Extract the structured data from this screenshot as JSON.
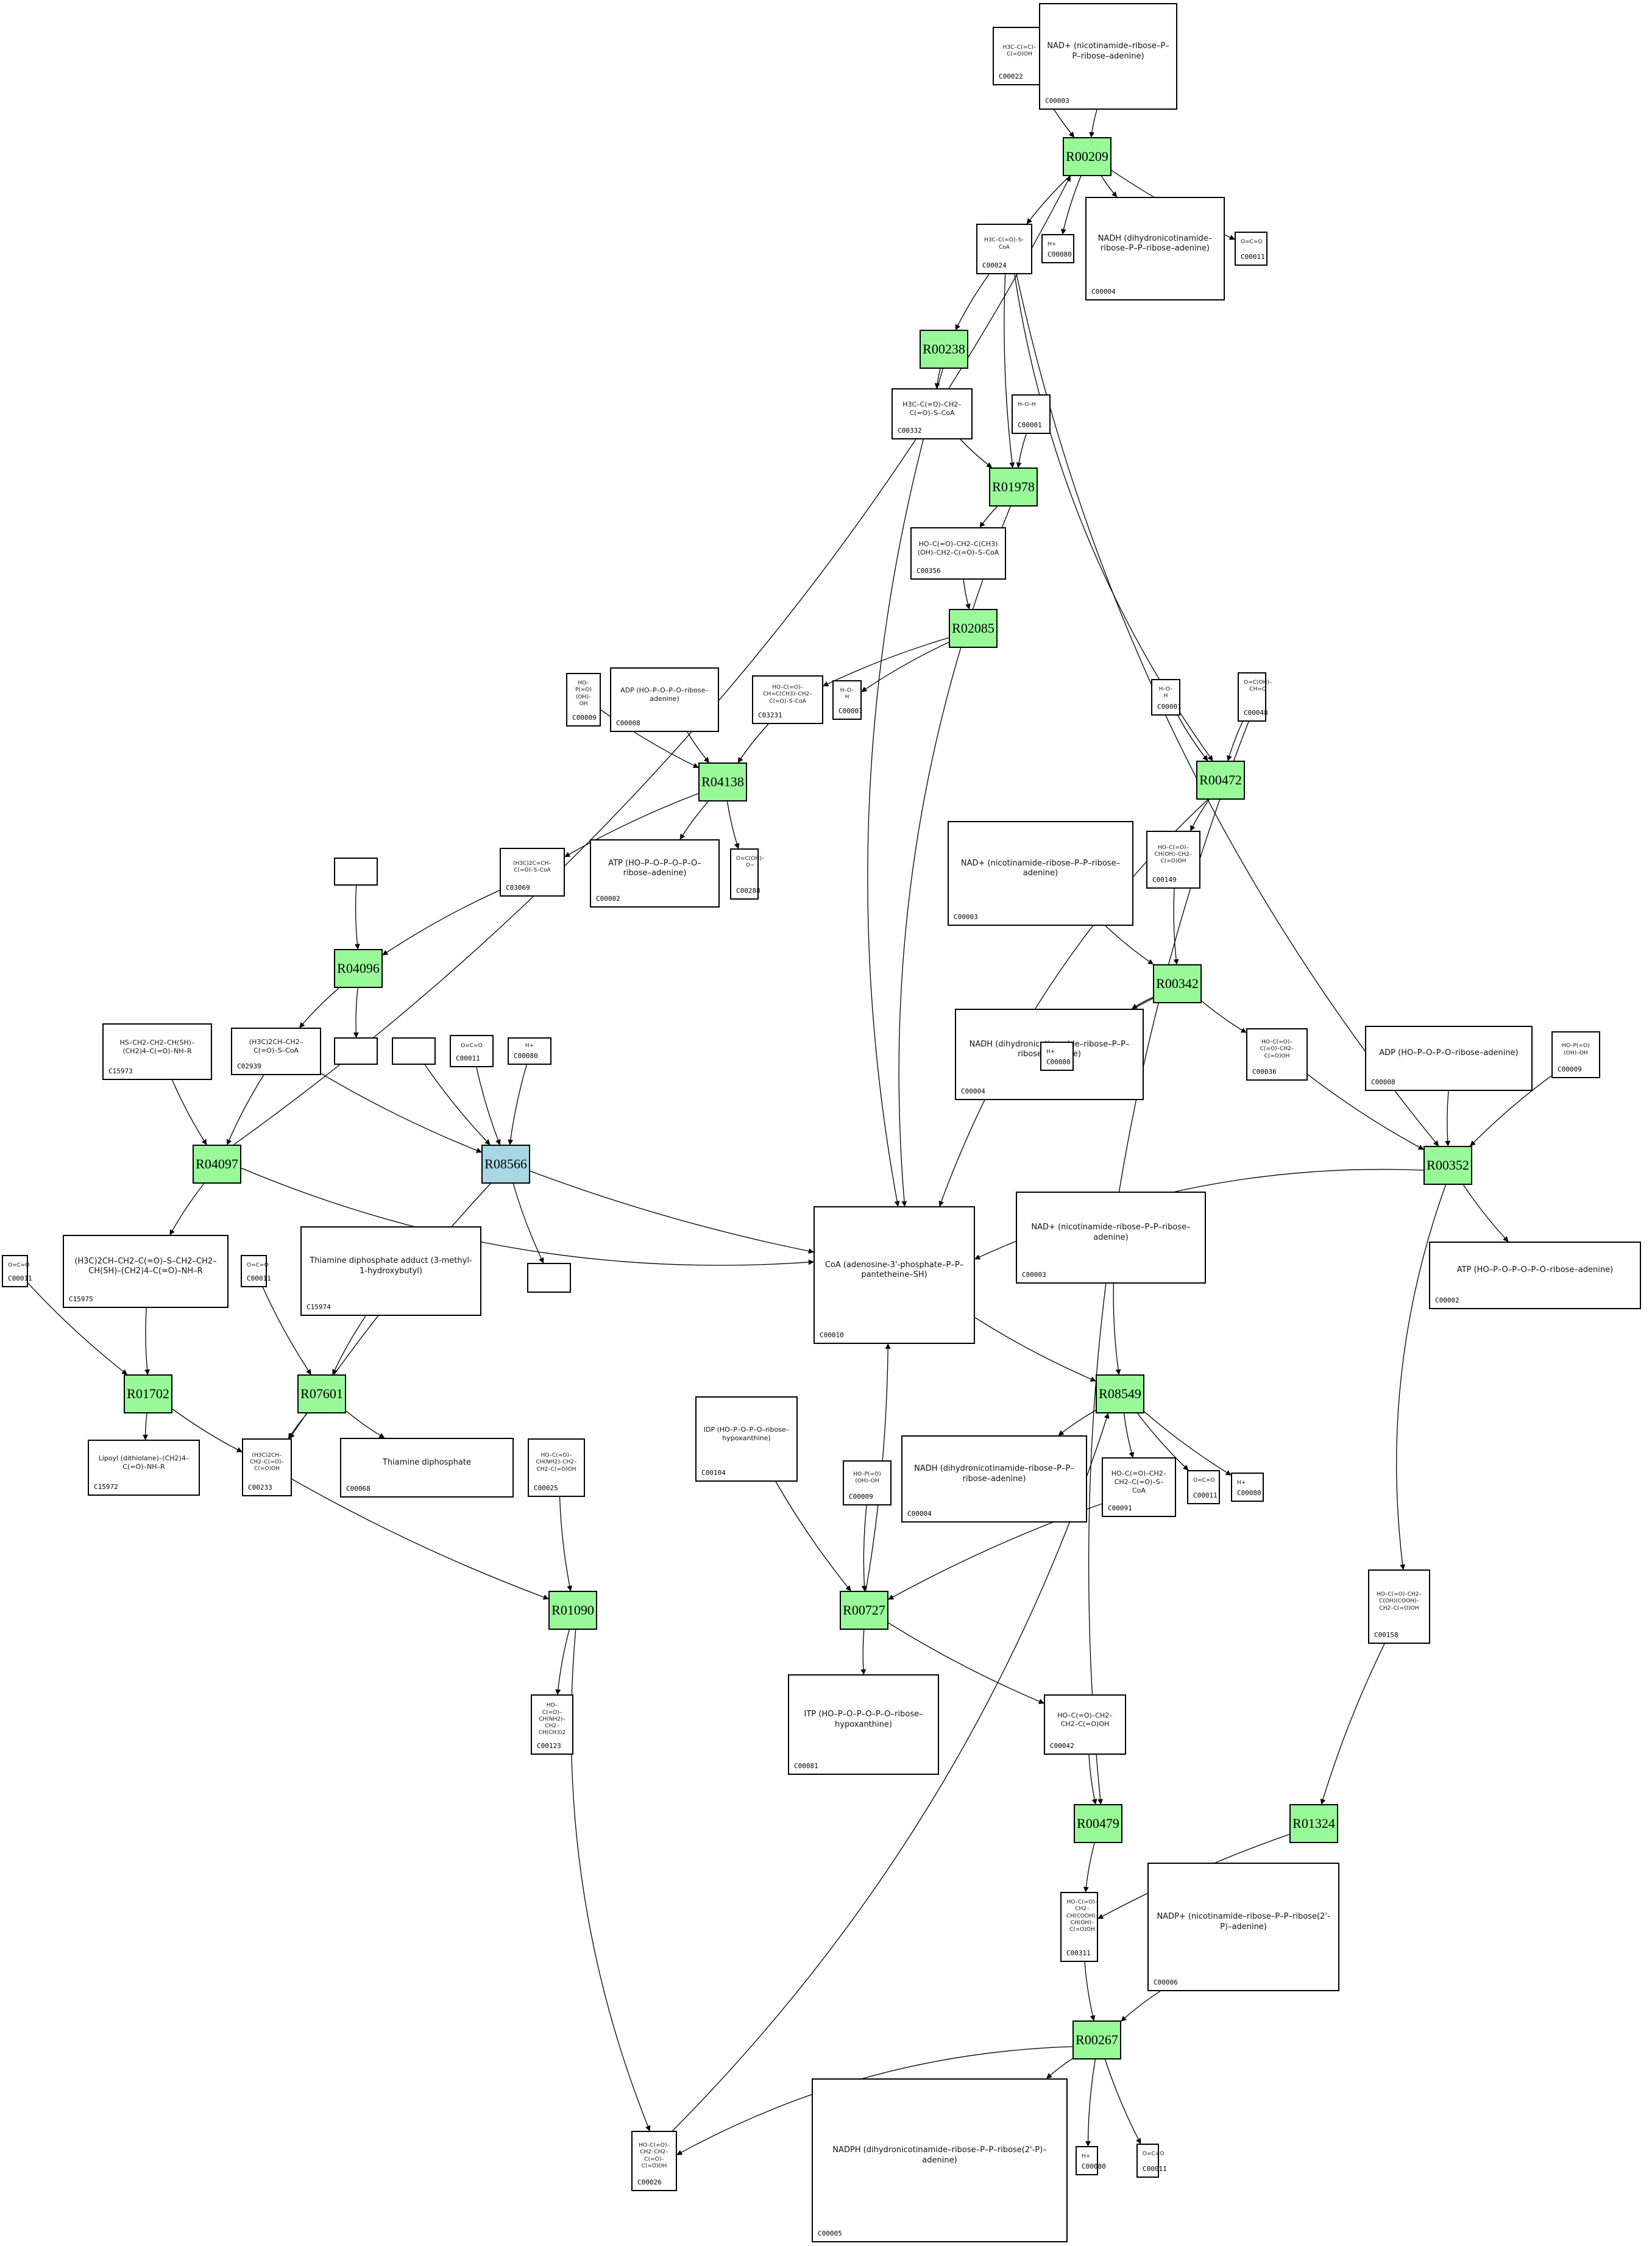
{
  "diagram": {
    "title": "Metabolic pathway graph",
    "colors": {
      "reaction": "#99f999",
      "reaction_highlight": "#a8d8e6",
      "compound": "#ffffff",
      "edge": "#000000"
    },
    "reactions": [
      {
        "id": "R00209",
        "style": "green"
      },
      {
        "id": "R00238",
        "style": "green"
      },
      {
        "id": "R01978",
        "style": "green"
      },
      {
        "id": "R02085",
        "style": "green"
      },
      {
        "id": "R04138",
        "style": "green"
      },
      {
        "id": "R00472",
        "style": "green"
      },
      {
        "id": "R04096",
        "style": "green"
      },
      {
        "id": "R00342",
        "style": "green"
      },
      {
        "id": "R04097",
        "style": "green"
      },
      {
        "id": "R08566",
        "style": "blue"
      },
      {
        "id": "R00352",
        "style": "green"
      },
      {
        "id": "R01702",
        "style": "green"
      },
      {
        "id": "R07601",
        "style": "green"
      },
      {
        "id": "R08549",
        "style": "green"
      },
      {
        "id": "R01090",
        "style": "green"
      },
      {
        "id": "R00727",
        "style": "green"
      },
      {
        "id": "R00479",
        "style": "green"
      },
      {
        "id": "R01324",
        "style": "green"
      },
      {
        "id": "R00267",
        "style": "green"
      }
    ],
    "compounds": [
      {
        "key": "c00022_a",
        "id": "C00022",
        "structure": "H3C–C(=C)–C(=O)OH"
      },
      {
        "key": "c00003_a",
        "id": "C00003",
        "structure": "NAD+ (nicotinamide–ribose–P–P–ribose–adenine)"
      },
      {
        "key": "c00024_a",
        "id": "C00024",
        "structure": "H3C–C(=O)–S–CoA"
      },
      {
        "key": "c00080_a",
        "id": "C00080",
        "structure": "H+"
      },
      {
        "key": "c00004_a",
        "id": "C00004",
        "structure": "NADH (dihydronicotinamide–ribose–P–P–ribose–adenine)"
      },
      {
        "key": "c00011_a",
        "id": "C00011",
        "structure": "O=C=O"
      },
      {
        "key": "c00332_a",
        "id": "C00332",
        "structure": "H3C–C(=O)–CH2–C(=O)–S–CoA"
      },
      {
        "key": "c00001_a",
        "id": "C00001",
        "structure": "H–O–H"
      },
      {
        "key": "c00356_a",
        "id": "C00356",
        "structure": "HO–C(=O)–CH2–C(CH3)(OH)–CH2–C(=O)–S–CoA"
      },
      {
        "key": "c00009_a",
        "id": "C00009",
        "structure": "HO–P(=O)(OH)–OH"
      },
      {
        "key": "c00008_a",
        "id": "C00008",
        "structure": "ADP (HO–P–O–P–O–ribose–adenine)"
      },
      {
        "key": "c03231_a",
        "id": "C03231",
        "structure": "HO–C(=O)–CH=C(CH3)–CH2–C(=O)–S–CoA"
      },
      {
        "key": "c00001_b",
        "id": "C00001",
        "structure": "H–O–H"
      },
      {
        "key": "c00001_c",
        "id": "C00001",
        "structure": "H–O–H"
      },
      {
        "key": "c00048_a",
        "id": "C00048",
        "structure": "O=C(OH)–CH=O"
      },
      {
        "key": "c03069_a",
        "id": "C03069",
        "structure": "(H3C)2C=CH–C(=O)–S–CoA"
      },
      {
        "key": "c00002_a",
        "id": "C00002",
        "structure": "ATP (HO–P–O–P–O–P–O–ribose–adenine)"
      },
      {
        "key": "c00288_a",
        "id": "C00288",
        "structure": "O=C(OH)–O−"
      },
      {
        "key": "c00003_b",
        "id": "C00003",
        "structure": "NAD+ (nicotinamide–ribose–P–P–ribose–adenine)"
      },
      {
        "key": "c00149_a",
        "id": "C00149",
        "structure": "HO–C(=O)–CH(OH)–CH2–C(=O)OH"
      },
      {
        "key": "empty_a",
        "id": "",
        "structure": ""
      },
      {
        "key": "c15973_a",
        "id": "C15973",
        "structure": "HS–CH2–CH2–CH(SH)–(CH2)4–C(=O)–NH–R"
      },
      {
        "key": "c02939_a",
        "id": "C02939",
        "structure": "(H3C)2CH–CH2–C(=O)–S–CoA"
      },
      {
        "key": "empty_b",
        "id": "",
        "structure": ""
      },
      {
        "key": "empty_c",
        "id": "",
        "structure": ""
      },
      {
        "key": "c00011_b",
        "id": "C00011",
        "structure": "O=C=O"
      },
      {
        "key": "c00080_b",
        "id": "C00080",
        "structure": "H+"
      },
      {
        "key": "c00004_b",
        "id": "C00004",
        "structure": "NADH (dihydronicotinamide–ribose–P–P–ribose–adenine)"
      },
      {
        "key": "c00080_c",
        "id": "C00080",
        "structure": "H+"
      },
      {
        "key": "c00036_a",
        "id": "C00036",
        "structure": "HO–C(=O)–C(=O)–CH2–C(=O)OH"
      },
      {
        "key": "c00008_b",
        "id": "C00008",
        "structure": "ADP (HO–P–O–P–O–ribose–adenine)"
      },
      {
        "key": "c00009_b",
        "id": "C00009",
        "structure": "HO–P(=O)(OH)–OH"
      },
      {
        "key": "c00010_a",
        "id": "C00010",
        "structure": "CoA (adenosine-3'-phosphate–P–P–pantetheine–SH)"
      },
      {
        "key": "c00003_c",
        "id": "C00003",
        "structure": "NAD+ (nicotinamide–ribose–P–P–ribose–adenine)"
      },
      {
        "key": "c00002_b",
        "id": "C00002",
        "structure": "ATP (HO–P–O–P–O–P–O–ribose–adenine)"
      },
      {
        "key": "c00011_c",
        "id": "C00011",
        "structure": "O=C=O"
      },
      {
        "key": "c15975_a",
        "id": "C15975",
        "structure": "(H3C)2CH–CH2–C(=O)–S–CH2–CH2–CH(SH)–(CH2)4–C(=O)–NH–R"
      },
      {
        "key": "c00011_d",
        "id": "C00011",
        "structure": "O=C=O"
      },
      {
        "key": "c15974_a",
        "id": "C15974",
        "structure": "Thiamine diphosphate adduct (3-methyl-1-hydroxybutyl)"
      },
      {
        "key": "empty_d",
        "id": "",
        "structure": ""
      },
      {
        "key": "c15972_a",
        "id": "C15972",
        "structure": "Lipoyl (dithiolane)–(CH2)4–C(=O)–NH–R"
      },
      {
        "key": "c00233_a",
        "id": "C00233",
        "structure": "(H3C)2CH–CH2–C(=O)–C(=O)OH"
      },
      {
        "key": "c00068_a",
        "id": "C00068",
        "structure": "Thiamine diphosphate"
      },
      {
        "key": "c00025_a",
        "id": "C00025",
        "structure": "HO–C(=O)–CH(NH2)–CH2–CH2–C(=O)OH"
      },
      {
        "key": "c00104_a",
        "id": "C00104",
        "structure": "IDP (HO–P–O–P–O–ribose–hypoxanthine)"
      },
      {
        "key": "c00009_c",
        "id": "C00009",
        "structure": "HO–P(=O)(OH)–OH"
      },
      {
        "key": "c00004_c",
        "id": "C00004",
        "structure": "NADH (dihydronicotinamide–ribose–P–P–ribose–adenine)"
      },
      {
        "key": "c00091_a",
        "id": "C00091",
        "structure": "HO–C(=O)–CH2–CH2–C(=O)–S–CoA"
      },
      {
        "key": "c00011_e",
        "id": "C00011",
        "structure": "O=C=O"
      },
      {
        "key": "c00080_d",
        "id": "C00080",
        "structure": "H+"
      },
      {
        "key": "c00158_a",
        "id": "C00158",
        "structure": "HO–C(=O)–CH2–C(OH)(COOH)–CH2–C(=O)OH"
      },
      {
        "key": "c00123_a",
        "id": "C00123",
        "structure": "HO–C(=O)–CH(NH2)–CH2–CH(CH3)2"
      },
      {
        "key": "c00081_a",
        "id": "C00081",
        "structure": "ITP (HO–P–O–P–O–P–O–ribose–hypoxanthine)"
      },
      {
        "key": "c00042_a",
        "id": "C00042",
        "structure": "HO–C(=O)–CH2–CH2–C(=O)OH"
      },
      {
        "key": "c00311_a",
        "id": "C00311",
        "structure": "HO–C(=O)–CH2–CH(COOH)–CH(OH)–C(=O)OH"
      },
      {
        "key": "c00006_a",
        "id": "C00006",
        "structure": "NADP+ (nicotinamide–ribose–P–P–ribose(2'-P)–adenine)"
      },
      {
        "key": "c00026_a",
        "id": "C00026",
        "structure": "HO–C(=O)–CH2–CH2–C(=O)–C(=O)OH"
      },
      {
        "key": "c00005_a",
        "id": "C00005",
        "structure": "NADPH (dihydronicotinamide–ribose–P–P–ribose(2'-P)–adenine)"
      },
      {
        "key": "c00080_e",
        "id": "C00080",
        "structure": "H+"
      },
      {
        "key": "c00011_f",
        "id": "C00011",
        "structure": "O=C=O"
      }
    ],
    "edges": [
      [
        "c00022_a",
        "R00209"
      ],
      [
        "c00003_a",
        "R00209"
      ],
      [
        "R04097",
        "R00209"
      ],
      [
        "R00209",
        "c00024_a"
      ],
      [
        "R00209",
        "c00080_a"
      ],
      [
        "R00209",
        "c00004_a"
      ],
      [
        "R00209",
        "c00011_a"
      ],
      [
        "c00024_a",
        "R00238"
      ],
      [
        "R00238",
        "c00332_a"
      ],
      [
        "R00238",
        "c00010_a"
      ],
      [
        "c00024_a",
        "R01978"
      ],
      [
        "c00332_a",
        "R01978"
      ],
      [
        "c00001_a",
        "R01978"
      ],
      [
        "c00024_a",
        "R00472"
      ],
      [
        "c00024_a",
        "R00352"
      ],
      [
        "R01978",
        "c00356_a"
      ],
      [
        "R01978",
        "c00010_a"
      ],
      [
        "c00356_a",
        "R02085"
      ],
      [
        "R02085",
        "c03231_a"
      ],
      [
        "R02085",
        "c00001_b"
      ],
      [
        "c00009_a",
        "R04138"
      ],
      [
        "c00008_a",
        "R04138"
      ],
      [
        "c03231_a",
        "R04138"
      ],
      [
        "R04138",
        "c03069_a"
      ],
      [
        "R04138",
        "c00002_a"
      ],
      [
        "R04138",
        "c00288_a"
      ],
      [
        "c00001_c",
        "R00472"
      ],
      [
        "c00048_a",
        "R00472"
      ],
      [
        "R00472",
        "c00149_a"
      ],
      [
        "R00472",
        "c00010_a"
      ],
      [
        "c00048_a",
        "R00479"
      ],
      [
        "empty_a",
        "R04096"
      ],
      [
        "c03069_a",
        "R04096"
      ],
      [
        "R04096",
        "c02939_a"
      ],
      [
        "R04096",
        "empty_b"
      ],
      [
        "c00149_a",
        "R00342"
      ],
      [
        "c00003_b",
        "R00342"
      ],
      [
        "R00342",
        "c00004_b"
      ],
      [
        "R00342",
        "c00080_c"
      ],
      [
        "R00342",
        "c00036_a"
      ],
      [
        "c15973_a",
        "R04097"
      ],
      [
        "c02939_a",
        "R04097"
      ],
      [
        "R04097",
        "c15975_a"
      ],
      [
        "R04097",
        "c00010_a"
      ],
      [
        "c02939_a",
        "R08566"
      ],
      [
        "empty_c",
        "R08566"
      ],
      [
        "c00011_b",
        "R08566"
      ],
      [
        "c00080_b",
        "R08566"
      ],
      [
        "R08566",
        "c00010_a"
      ],
      [
        "R08566",
        "empty_d"
      ],
      [
        "R08566",
        "c00233_a"
      ],
      [
        "c00036_a",
        "R00352"
      ],
      [
        "c00008_b",
        "R00352"
      ],
      [
        "c00009_b",
        "R00352"
      ],
      [
        "R00352",
        "c00010_a"
      ],
      [
        "R00352",
        "c00002_b"
      ],
      [
        "R00352",
        "c00158_a"
      ],
      [
        "c00011_c",
        "R01702"
      ],
      [
        "c15975_a",
        "R01702"
      ],
      [
        "R01702",
        "c15972_a"
      ],
      [
        "R01702",
        "c00233_a"
      ],
      [
        "c00011_d",
        "R07601"
      ],
      [
        "c15974_a",
        "R07601"
      ],
      [
        "R07601",
        "c00233_a"
      ],
      [
        "R07601",
        "c00068_a"
      ],
      [
        "c00010_a",
        "R08549"
      ],
      [
        "c00003_c",
        "R08549"
      ],
      [
        "c00026_a",
        "R08549"
      ],
      [
        "R08549",
        "c00004_c"
      ],
      [
        "R08549",
        "c00091_a"
      ],
      [
        "R08549",
        "c00011_e"
      ],
      [
        "R08549",
        "c00080_d"
      ],
      [
        "c00233_a",
        "R01090"
      ],
      [
        "c00025_a",
        "R01090"
      ],
      [
        "R01090",
        "c00123_a"
      ],
      [
        "R01090",
        "c00026_a"
      ],
      [
        "c00104_a",
        "R00727"
      ],
      [
        "c00009_c",
        "R00727"
      ],
      [
        "c00091_a",
        "R00727"
      ],
      [
        "R00727",
        "c00010_a"
      ],
      [
        "R00727",
        "c00081_a"
      ],
      [
        "R00727",
        "c00042_a"
      ],
      [
        "c00042_a",
        "R00479"
      ],
      [
        "R00479",
        "c00311_a"
      ],
      [
        "c00158_a",
        "R01324"
      ],
      [
        "R01324",
        "c00311_a"
      ],
      [
        "c00311_a",
        "R00267"
      ],
      [
        "c00006_a",
        "R00267"
      ],
      [
        "R00267",
        "c00026_a"
      ],
      [
        "R00267",
        "c00005_a"
      ],
      [
        "R00267",
        "c00080_e"
      ],
      [
        "R00267",
        "c00011_f"
      ]
    ]
  }
}
